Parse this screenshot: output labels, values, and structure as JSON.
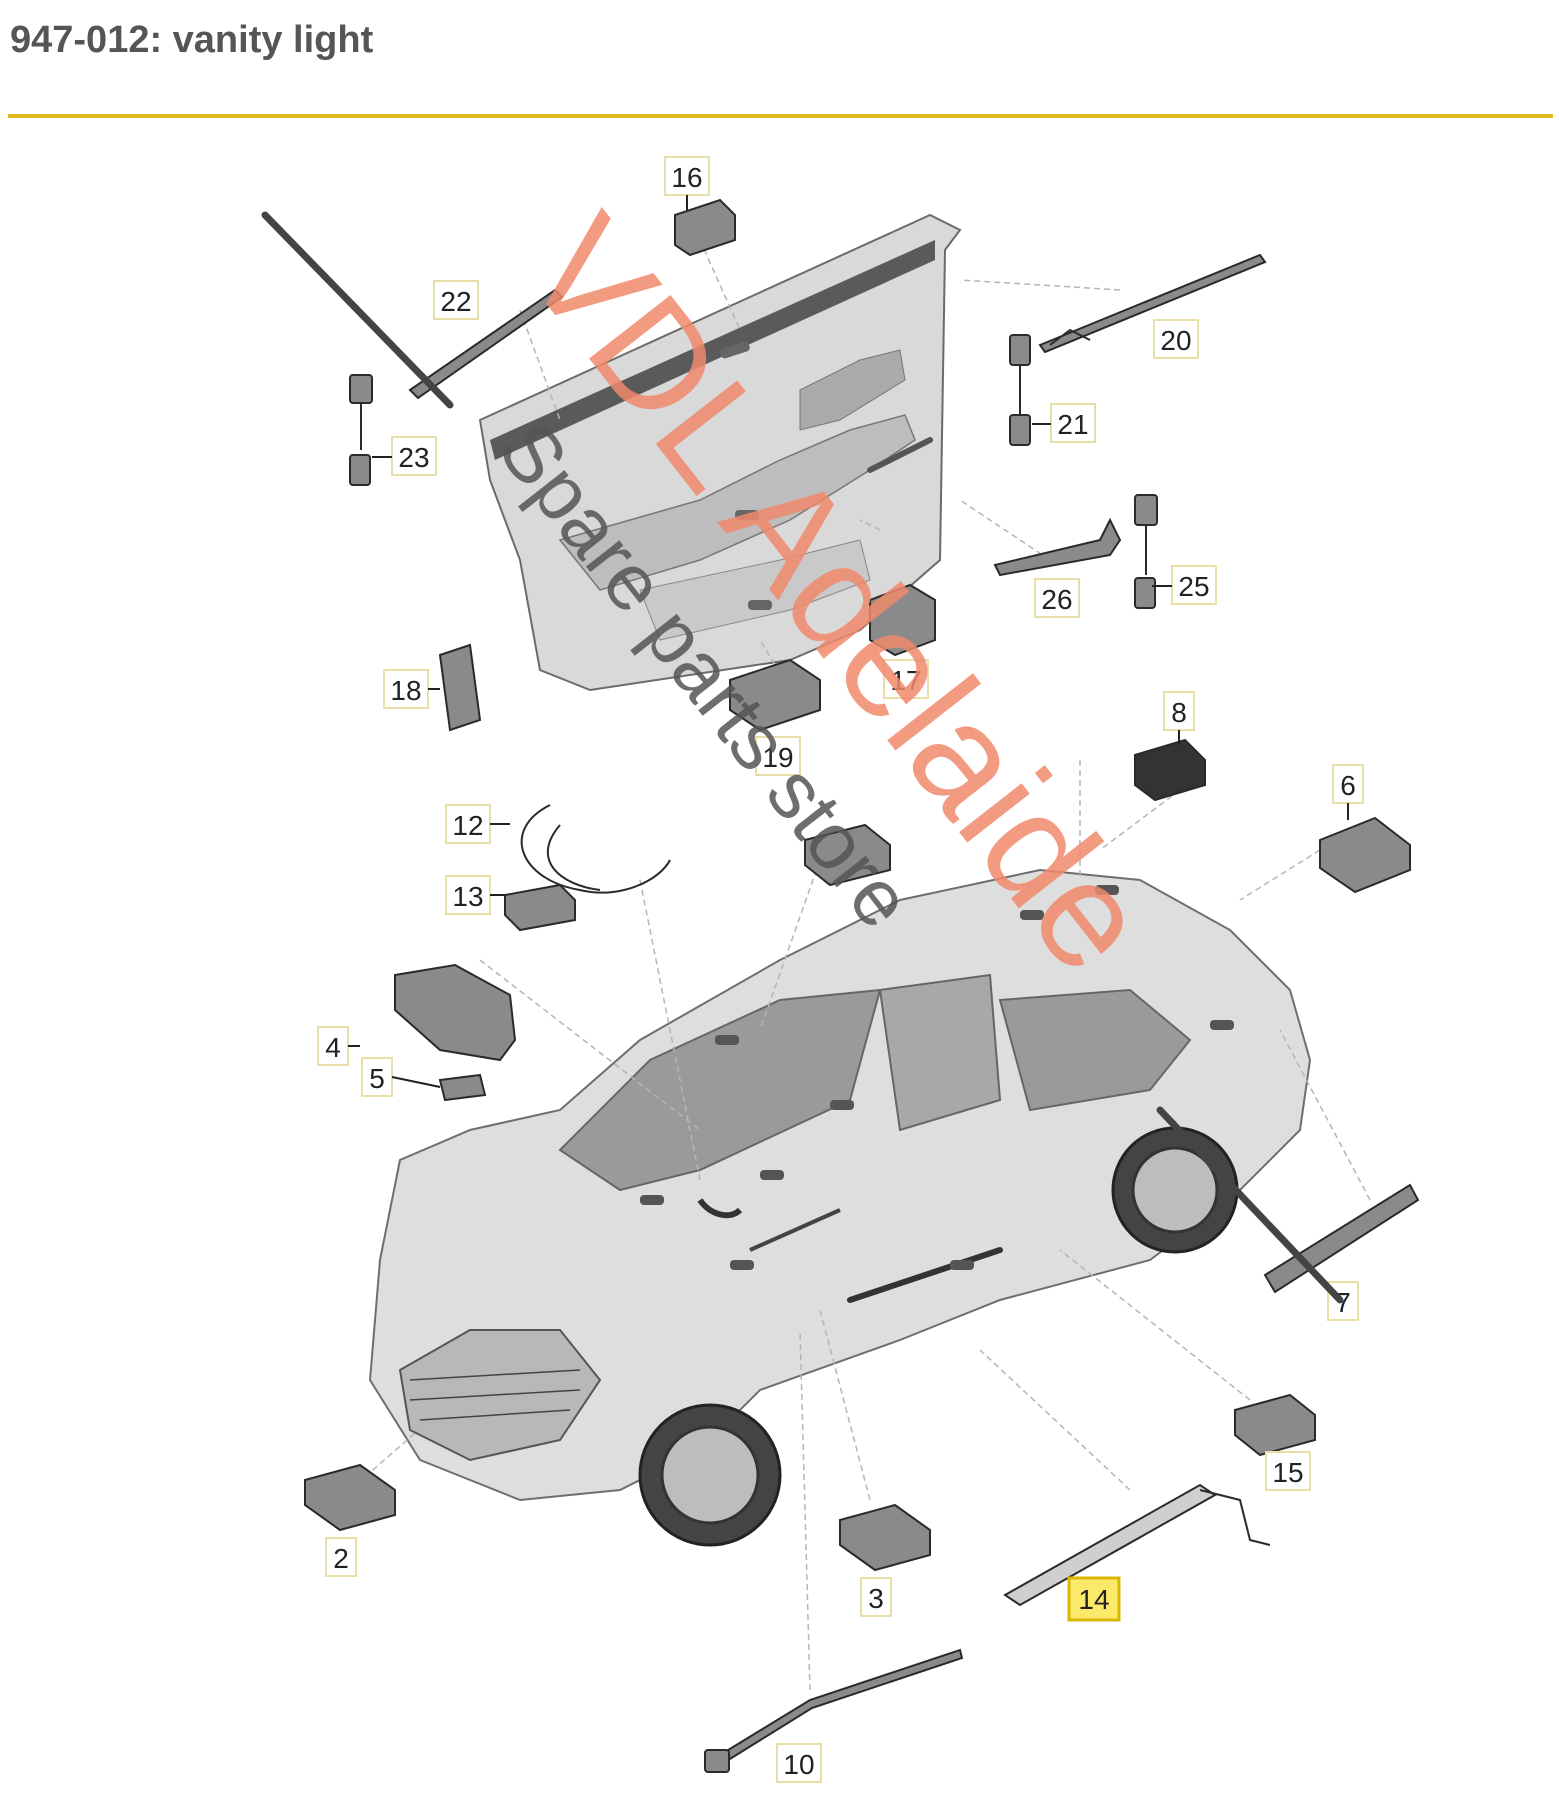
{
  "page": {
    "title": "947-012: vanity light"
  },
  "colors": {
    "title_text": "#555555",
    "rule": "#e3b81c",
    "part_fill": "#8a8a8a",
    "part_stroke": "#2a2a2a",
    "leader": "#b5b5b5",
    "callout_border": "#e8dfa8",
    "callout_highlight_fill": "#fbe96a",
    "callout_highlight_border": "#d9b800",
    "watermark": "#f08a6c"
  },
  "callouts": [
    {
      "id": "c2",
      "label": "2"
    },
    {
      "id": "c3",
      "label": "3"
    },
    {
      "id": "c4",
      "label": "4"
    },
    {
      "id": "c5",
      "label": "5"
    },
    {
      "id": "c6",
      "label": "6"
    },
    {
      "id": "c7",
      "label": "7"
    },
    {
      "id": "c8",
      "label": "8"
    },
    {
      "id": "c10",
      "label": "10"
    },
    {
      "id": "c12",
      "label": "12"
    },
    {
      "id": "c13",
      "label": "13"
    },
    {
      "id": "c14",
      "label": "14",
      "highlighted": true
    },
    {
      "id": "c15",
      "label": "15"
    },
    {
      "id": "c16",
      "label": "16"
    },
    {
      "id": "c17",
      "label": "17"
    },
    {
      "id": "c18",
      "label": "18"
    },
    {
      "id": "c19",
      "label": "19"
    },
    {
      "id": "c20",
      "label": "20"
    },
    {
      "id": "c21",
      "label": "21"
    },
    {
      "id": "c22",
      "label": "22"
    },
    {
      "id": "c23",
      "label": "23"
    },
    {
      "id": "c25",
      "label": "25"
    },
    {
      "id": "c26",
      "label": "26"
    }
  ],
  "watermark": {
    "line1": "VDL Adelaide",
    "line2": "Spare parts store"
  }
}
